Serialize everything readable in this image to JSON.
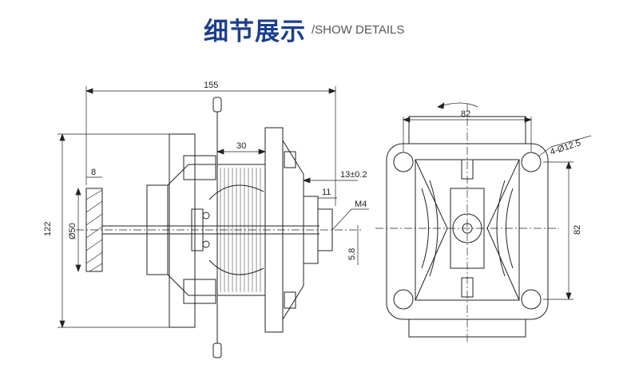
{
  "header": {
    "title_cn": "细节展示",
    "title_en": "/SHOW DETAILS"
  },
  "side_view": {
    "dims": {
      "overall_length": "155",
      "height": "122",
      "shaft_diameter": "Ø50",
      "fan_width": "8",
      "stack_length": "30",
      "bearing_offset": "13±0.2",
      "shaft_extension": "11",
      "thread": "M4",
      "flat": "5.8"
    }
  },
  "front_view": {
    "dims": {
      "width": "82",
      "height": "82",
      "holes": "4-Ø12.5"
    }
  }
}
